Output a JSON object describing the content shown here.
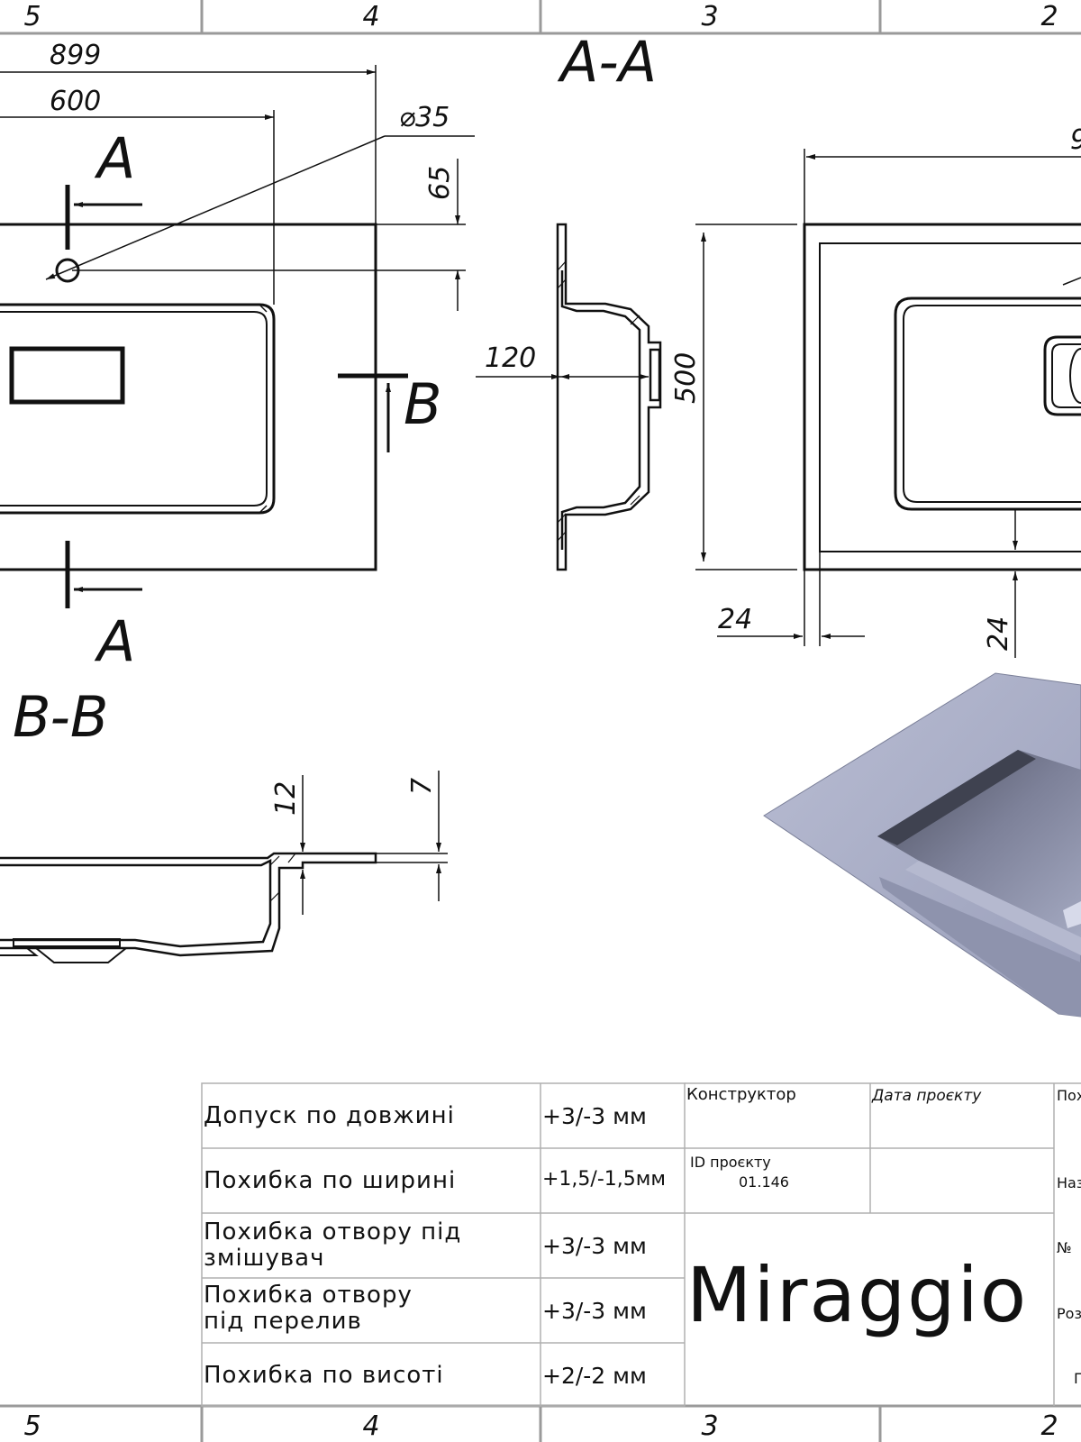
{
  "frame": {
    "zones_top": [
      "5",
      "4",
      "3",
      "2"
    ],
    "zones_bottom": [
      "5",
      "4",
      "3",
      "2"
    ]
  },
  "views": {
    "section_aa_title": "A-A",
    "section_bb_title": "B-B",
    "cut_a_top": "A",
    "cut_a_bottom": "A",
    "cut_b": "B"
  },
  "dimensions": {
    "d899": "899",
    "d600": "600",
    "d35": "⌀35",
    "d65": "65",
    "d120": "120",
    "d500": "500",
    "d24_h": "24",
    "d24_v": "24",
    "d12": "12",
    "d7": "7",
    "d9": "9"
  },
  "tolerances": [
    {
      "label_lines": [
        "Допуск по довжині"
      ],
      "value": "+3/-3 мм"
    },
    {
      "label_lines": [
        "Похибка по ширині"
      ],
      "value": "+1,5/-1,5мм"
    },
    {
      "label_lines": [
        "Похибка отвору під",
        "змішувач"
      ],
      "value": "+3/-3 мм"
    },
    {
      "label_lines": [
        "Похибка отвору",
        "під перелив"
      ],
      "value": "+3/-3 мм"
    },
    {
      "label_lines": [
        "Похибка по висоті"
      ],
      "value": "+2/-2 мм"
    }
  ],
  "title_block": {
    "designer_label": "Конструктор",
    "project_date_label": "Дата проєкту",
    "project_id_label": "ID проєкту",
    "project_id_value": "01.146",
    "brand": "Miraggio",
    "cut_labels": [
      "Пох",
      "Наз",
      "№",
      "Роз",
      "П"
    ]
  },
  "colors": {
    "line": "#111111",
    "frame": "#9a9a9a",
    "render_surface": "#a8adc6",
    "render_shadow": "#55596b",
    "render_bowl": "#8b90a8"
  }
}
